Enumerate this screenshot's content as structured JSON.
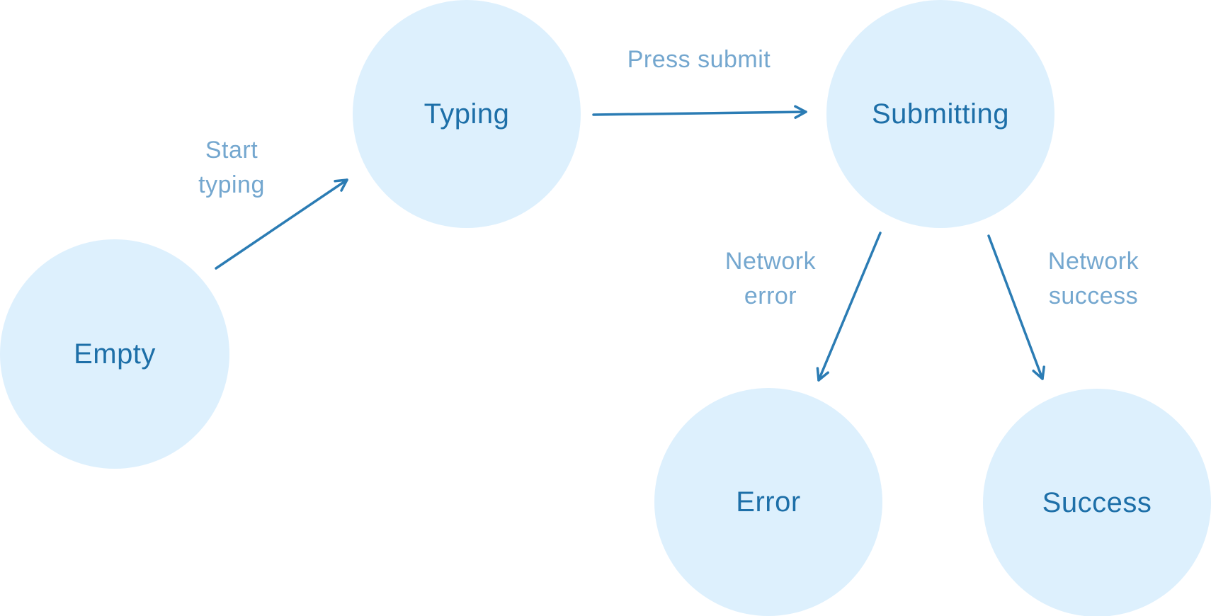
{
  "diagram": {
    "type": "state-machine",
    "nodes": [
      {
        "id": "empty",
        "label": "Empty"
      },
      {
        "id": "typing",
        "label": "Typing"
      },
      {
        "id": "submitting",
        "label": "Submitting"
      },
      {
        "id": "error",
        "label": "Error"
      },
      {
        "id": "success",
        "label": "Success"
      }
    ],
    "edges": [
      {
        "id": "start-typing",
        "from": "Empty",
        "to": "Typing",
        "label": "Start\ntyping"
      },
      {
        "id": "press-submit",
        "from": "Typing",
        "to": "Submitting",
        "label": "Press submit"
      },
      {
        "id": "network-error",
        "from": "Submitting",
        "to": "Error",
        "label": "Network\nerror"
      },
      {
        "id": "network-success",
        "from": "Submitting",
        "to": "Success",
        "label": "Network\nsuccess"
      }
    ],
    "colors": {
      "background": "#ffffff",
      "node_fill": "#ddf0fd",
      "node_text": "#1d6fa8",
      "arrow": "#2b7cb4",
      "edge_label": "#74a7cf"
    }
  }
}
